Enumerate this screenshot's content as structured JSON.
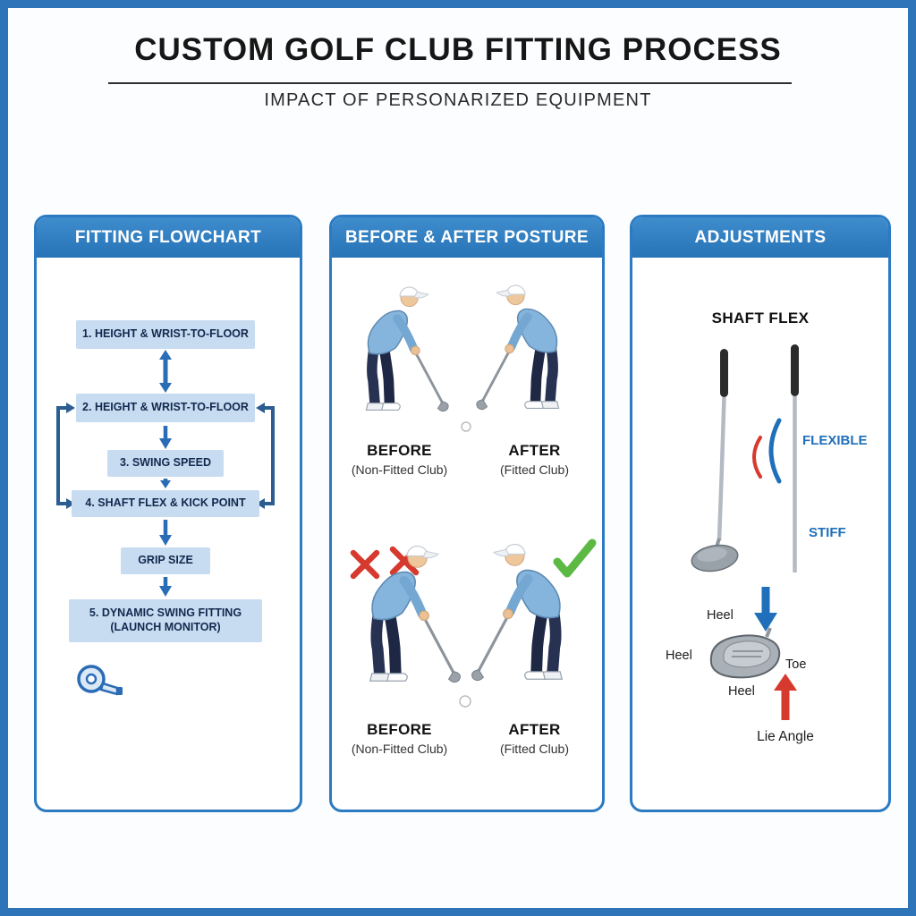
{
  "page": {
    "title": "CUSTOM GOLF CLUB FITTING PROCESS",
    "subtitle": "IMPACT OF PERSONARIZED EQUIPMENT"
  },
  "colors": {
    "frame_blue": "#2e74b9",
    "panel_header_blue": "#2e7ec4",
    "step_box_blue": "#c7dcf1",
    "arrow_blue": "#2a6cb5",
    "accent_blue": "#1f6fba",
    "error_red": "#d63a2e",
    "success_green": "#5cb944"
  },
  "flowchart": {
    "header": "FITTING FLOWCHART",
    "step1": "1. HEIGHT & WRIST-TO-FLOOR",
    "step2": "2. HEIGHT & WRIST-TO-FLOOR",
    "step3": "3. SWING SPEED",
    "step4": "4. SHAFT FLEX & KICK POINT",
    "step5": "GRIP SIZE",
    "step6_line1": "5. DYNAMIC SWING FITTING",
    "step6_line2": "(LAUNCH MONITOR)",
    "icon": "measuring-tape-icon"
  },
  "posture": {
    "header": "BEFORE & AFTER POSTURE",
    "top": {
      "before": "BEFORE",
      "before_sub": "(Non-Fitted Club)",
      "after": "AFTER",
      "after_sub": "(Fitted Club)"
    },
    "bottom": {
      "before": "BEFORE",
      "before_sub": "(Non-Fitted Club)",
      "after": "AFTER",
      "after_sub": "(Fitted Club)"
    },
    "icons": {
      "wrong": "x-mark-icon",
      "correct": "check-mark-icon"
    }
  },
  "adjustments": {
    "header": "ADJUSTMENTS",
    "shaft_flex_title": "SHAFT FLEX",
    "flexible": "FLEXIBLE",
    "stiff": "STIFF",
    "heel_top": "Heel",
    "heel_left": "Heel",
    "toe": "Toe",
    "heel_bottom": "Heel",
    "lie_angle": "Lie Angle",
    "icons": {
      "flex_arrow": "down-arrow-icon",
      "lie_arrow": "up-arrow-icon"
    }
  }
}
